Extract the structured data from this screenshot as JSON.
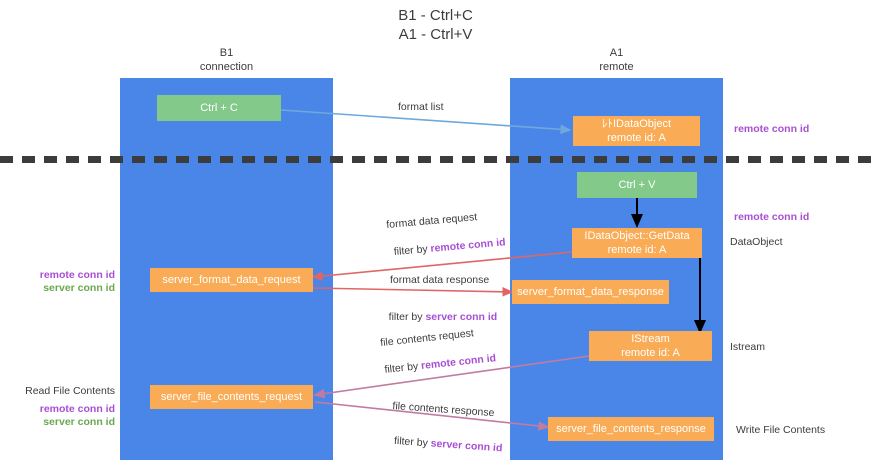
{
  "title": "B1 - Ctrl+C\nA1 - Ctrl+V",
  "lanes": [
    {
      "name": "lane-connection",
      "header": "B1\nconnection"
    },
    {
      "name": "lane-remote",
      "header": "A1\nremote"
    }
  ],
  "nodes": [
    {
      "name": "ctrl-c-node",
      "text": "Ctrl + C"
    },
    {
      "name": "create-idataobject-node",
      "text": "ﾚﾄIDataObject\nremote id: A"
    },
    {
      "name": "ctrl-v-node",
      "text": "Ctrl + V"
    },
    {
      "name": "idataobject-getdata-node",
      "text": "IDataObject::GetData\nremote id: A"
    },
    {
      "name": "server-format-data-request-node",
      "text": "server_format_data_request"
    },
    {
      "name": "server-format-data-response-node",
      "text": "server_format_data_response"
    },
    {
      "name": "istream-node",
      "text": "IStream\nremote id: A"
    },
    {
      "name": "server-file-contents-request-node",
      "text": "server_file_contents_request"
    },
    {
      "name": "server-file-contents-response-node",
      "text": "server_file_contents_response"
    }
  ],
  "edges": [
    {
      "name": "edge-format-list",
      "label": "format list"
    },
    {
      "name": "edge-format-data-request",
      "label": "format data request",
      "filter_prefix": "filter by ",
      "filter_value": "remote conn id"
    },
    {
      "name": "edge-format-data-response",
      "label": "format data response",
      "filter_prefix": "filter by ",
      "filter_value": "server conn id"
    },
    {
      "name": "edge-file-contents-request",
      "label": "file contents request",
      "filter_prefix": "filter by ",
      "filter_value": "remote conn id"
    },
    {
      "name": "edge-file-contents-response",
      "label": "file contents response",
      "filter_prefix": "filter by ",
      "filter_value": "server conn id"
    }
  ],
  "annotations": {
    "right_remote_conn_id_top": "remote conn id",
    "right_remote_conn_id_mid": "remote conn id",
    "right_dataobject": "DataObject",
    "right_istream": "Istream",
    "right_write_file_contents": "Write File Contents",
    "left_remote_conn_id": "remote conn id",
    "left_server_conn_id": "server conn id",
    "left_read_file_contents": "Read File Contents",
    "left_remote_conn_id_2": "remote conn id",
    "left_server_conn_id_2": "server conn id"
  },
  "colors": {
    "lane": "#4a86e8",
    "node_orange": "#f9ab55",
    "node_green": "#82c98a",
    "purple": "#a94fd4",
    "green_text": "#6aa84f",
    "arrow_blue": "#6fa8dc",
    "arrow_red": "#e06666",
    "arrow_magenta": "#c27ba0",
    "arrow_black": "#000000"
  }
}
